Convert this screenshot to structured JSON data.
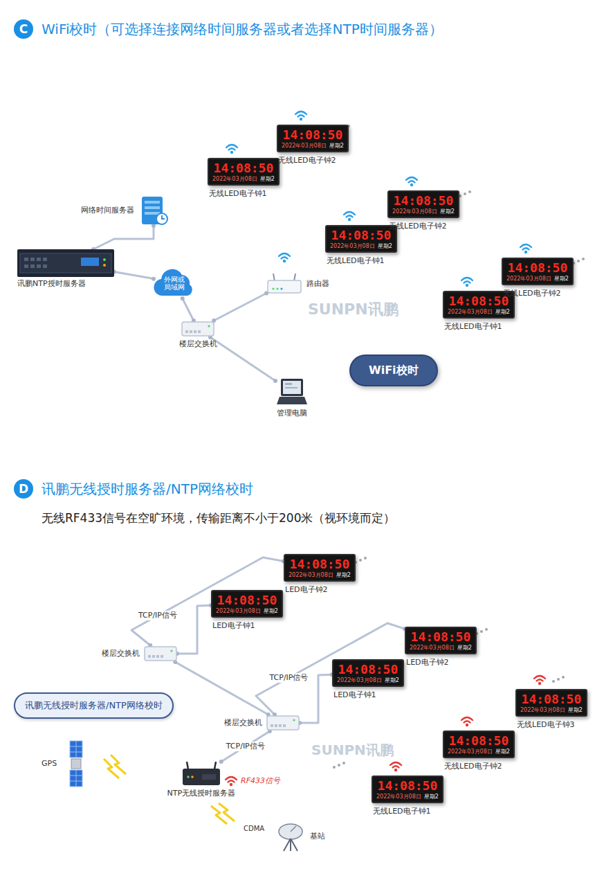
{
  "diagram": {
    "nodes": [
      {
        "text": [
          "C"
        ]
      },
      {
        "text": [
          "讯鹏NTP授时服务器"
        ]
      },
      {
        "text": [
          "网络时间服务器"
        ]
      },
      {
        "text": [
          "外网或局域网"
        ]
      },
      {
        "text": [
          "路由器"
        ]
      },
      {
        "text": [
          "楼层交换机"
        ]
      },
      {
        "text": [
          "管理电脑"
        ]
      },
      {
        "text": [
          "14:08:50",
          "2022年03月08日",
          "星期2",
          "无线LED电子钟1"
        ]
      },
      {
        "text": [
          "14:08:50",
          "2022年03月08日",
          "星期2",
          "无线LED电子钟2"
        ]
      },
      {
        "text": [
          "14:08:50",
          "2022年03月08日",
          "星期2",
          "无线LED电子钟1"
        ]
      },
      {
        "text": [
          "14:08:50",
          "2022年03月08日",
          "星期2",
          "无线LED电子钟2"
        ]
      },
      {
        "text": [
          "14:08:50",
          "2022年03月08日",
          "星期2",
          "无线LED电子钟1"
        ]
      },
      {
        "text": [
          "14:08:50",
          "2022年03月08日",
          "星期2",
          "无线LED电子钟2"
        ]
      },
      {
        "text": [
          "WiFi校时"
        ]
      },
      {
        "text": [
          "D"
        ]
      },
      {
        "text": [
          "楼层交换机"
        ]
      },
      {
        "text": [
          "楼层交换机"
        ]
      },
      {
        "text": [
          "14:08:50",
          "2022年03月08日",
          "星期2",
          "LED电子钟2"
        ]
      },
      {
        "text": [
          "14:08:50",
          "2022年03月08日",
          "星期2",
          "LED电子钟1"
        ]
      },
      {
        "text": [
          "14:08:50",
          "2022年03月08日",
          "星期2",
          "LED电子钟2"
        ]
      },
      {
        "text": [
          "14:08:50",
          "2022年03月08日",
          "星期2",
          "LED电子钟1"
        ]
      },
      {
        "text": [
          "14:08:50",
          "2022年03月08日",
          "星期2",
          "无线LED电子钟3"
        ]
      },
      {
        "text": [
          "14:08:50",
          "2022年03月08日",
          "星期2",
          "无线LED电子钟2"
        ]
      },
      {
        "text": [
          "14:08:50",
          "2022年03月08日",
          "星期2",
          "无线LED电子钟1"
        ]
      },
      {
        "text": [
          "NTP无线授时服务器"
        ]
      },
      {
        "text": [
          "GPS"
        ]
      },
      {
        "text": [
          "基站"
        ]
      },
      {
        "text": [
          "讯鹏无线授时服务器/NTP网络校时"
        ]
      }
    ],
    "edges": [
      {
        "from": 1,
        "to": 2,
        "arrow": "none"
      },
      {
        "from": 1,
        "to": 3,
        "arrow": "none"
      },
      {
        "from": 3,
        "to": 5,
        "arrow": "none"
      },
      {
        "from": 5,
        "to": 4,
        "arrow": "none"
      },
      {
        "from": 5,
        "to": 6,
        "arrow": "none"
      },
      {
        "from": 15,
        "to": 16,
        "arrow": "none"
      },
      {
        "from": 15,
        "to": 17,
        "label": "TCP/IP信号",
        "arrow": "none"
      },
      {
        "from": 15,
        "to": 18,
        "arrow": "none"
      },
      {
        "from": 16,
        "to": 19,
        "label": "TCP/IP信号",
        "arrow": "none"
      },
      {
        "from": 16,
        "to": 20,
        "arrow": "none"
      },
      {
        "from": 24,
        "to": 16,
        "label": "TCP/IP信号",
        "arrow": "none"
      }
    ],
    "labels": [
      "WiFi校时（可选择连接网络时间服务器或者选择NTP时间服务器）",
      "SUNPN讯鹏",
      "讯鹏无线授时服务器/NTP网络校时",
      "无线RF433信号在空旷环境，传输距离不小于200米（视环境而定）",
      "SUNPN讯鹏",
      "RF433信号",
      "CDMA"
    ]
  }
}
